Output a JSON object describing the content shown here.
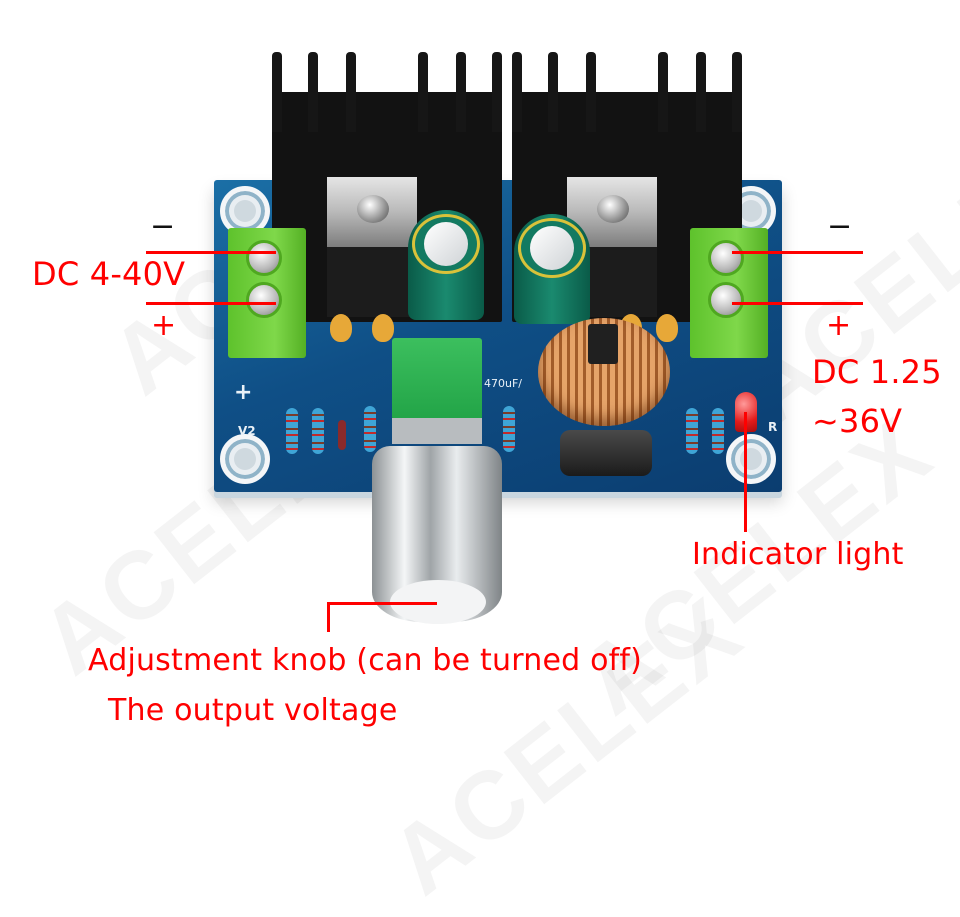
{
  "watermark": {
    "text": "ACELEX"
  },
  "board": {
    "silkscreen": {
      "plus_label": "+",
      "v2_label": "V2",
      "r_label": "R",
      "cap_label": "470uF/"
    }
  },
  "annotations": {
    "input": {
      "label": "DC 4-40V",
      "minus_sign": "−",
      "plus_sign": "+"
    },
    "output": {
      "label_line1": "DC 1.25",
      "label_line2": "~36V",
      "minus_sign": "−",
      "plus_sign": "+"
    },
    "indicator": {
      "label": "Indicator light"
    },
    "knob": {
      "label_line1": "Adjustment knob (can be turned off)",
      "label_line2": "The output voltage"
    }
  },
  "colors": {
    "annotation": "#ff0000",
    "pcb": "#0f4f86",
    "terminal": "#6fcf3a",
    "background": "#ffffff"
  }
}
